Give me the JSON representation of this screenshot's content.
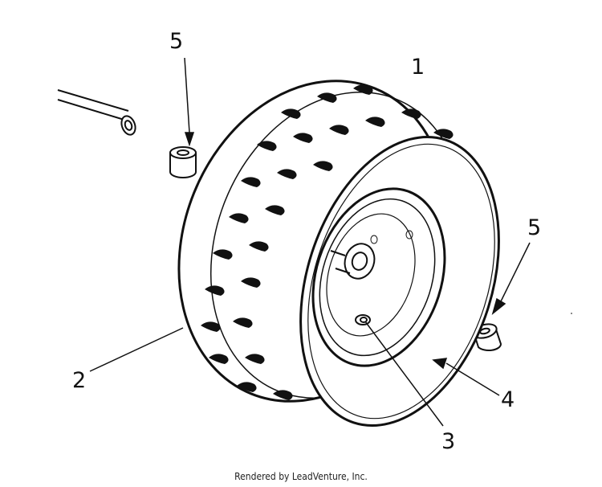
{
  "callouts": {
    "tire_assembly": "1",
    "tire": "2",
    "valve_stem": "3",
    "rim": "4",
    "bushing_left": "5",
    "bushing_right": "5"
  },
  "footer": {
    "credit": "Rendered by LeadVenture, Inc."
  }
}
